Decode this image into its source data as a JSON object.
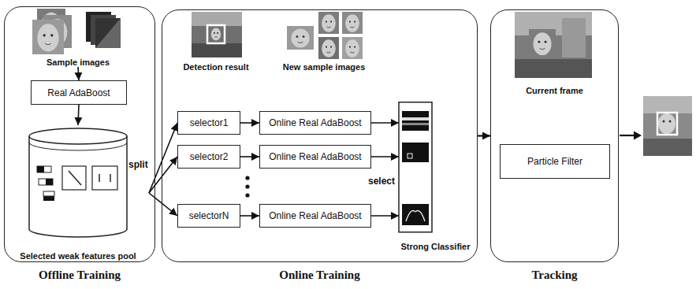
{
  "diagram": {
    "nodes": [
      {
        "text": [
          "Offline Training"
        ]
      },
      {
        "text": [
          "Sample images"
        ],
        "in": 0
      },
      {
        "text": [
          "Real AdaBoost"
        ],
        "in": 0
      },
      {
        "text": [
          "Selected weak features pool"
        ],
        "in": 0
      },
      {
        "text": [
          "Online Training"
        ]
      },
      {
        "text": [
          "Detection result"
        ],
        "in": 4
      },
      {
        "text": [
          "New sample images"
        ],
        "in": 4
      },
      {
        "text": [
          "selector1"
        ],
        "in": 4
      },
      {
        "text": [
          "selector2"
        ],
        "in": 4
      },
      {
        "text": [
          "selectorN"
        ],
        "in": 4
      },
      {
        "text": [
          "Online Real AdaBoost"
        ],
        "in": 4
      },
      {
        "text": [
          "Online Real AdaBoost"
        ],
        "in": 4
      },
      {
        "text": [
          "Online Real AdaBoost"
        ],
        "in": 4
      },
      {
        "text": [
          "Strong Classifier"
        ],
        "in": 4
      },
      {
        "text": [
          "Tracking"
        ]
      },
      {
        "text": [
          "Current frame"
        ],
        "in": 14
      },
      {
        "text": [
          "Particle Filter"
        ],
        "in": 14
      }
    ],
    "edges": [
      {
        "from": 1,
        "to": 2,
        "arrow": "to"
      },
      {
        "from": 2,
        "to": 3,
        "arrow": "to"
      },
      {
        "from": 3,
        "to": 7,
        "arrow": "to"
      },
      {
        "from": 3,
        "to": 8,
        "arrow": "to"
      },
      {
        "from": 3,
        "to": 9,
        "arrow": "to"
      },
      {
        "from": 7,
        "to": 10,
        "arrow": "to"
      },
      {
        "from": 8,
        "to": 11,
        "arrow": "to"
      },
      {
        "from": 9,
        "to": 12,
        "arrow": "to"
      },
      {
        "from": 10,
        "to": 13,
        "arrow": "to"
      },
      {
        "from": 11,
        "to": 13,
        "arrow": "to"
      },
      {
        "from": 12,
        "to": 13,
        "arrow": "to"
      },
      {
        "from": 4,
        "to": 14,
        "arrow": "to"
      }
    ],
    "labels": [
      "split",
      "select"
    ]
  }
}
